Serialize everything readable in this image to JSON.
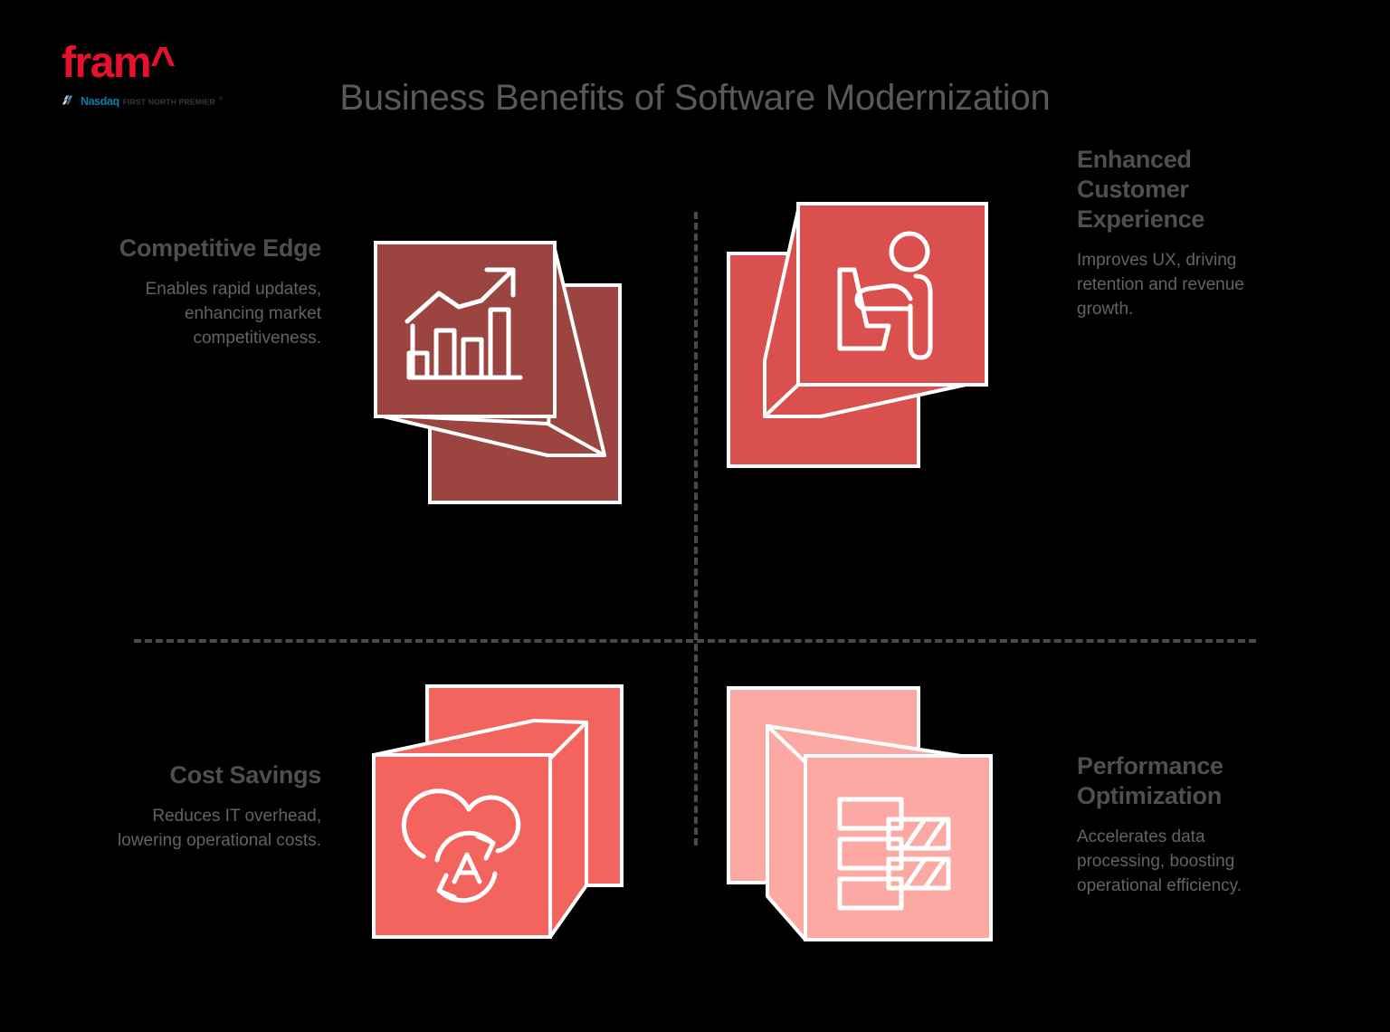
{
  "brand": {
    "wordmark": "fram^",
    "wordmark_color": "#E8112D",
    "nasdaq_mark_icon": "nasdaq-logo-icon",
    "nasdaq_name": "Nasdaq",
    "nasdaq_tier": "FIRST NORTH PREMIER",
    "nasdaq_tm": "®"
  },
  "header": {
    "title": "Business Benefits of Software Modernization",
    "title_color": "#58595B"
  },
  "theme": {
    "background": "#000000",
    "divider_color": "#4A4A4A",
    "heading_color": "#4F4F4F",
    "body_color": "#636363",
    "icon_stroke": "#FFFFFF"
  },
  "quadrants": [
    {
      "id": "competitive-edge",
      "heading": "Competitive Edge",
      "body": "Enables rapid updates, enhancing market competitiveness.",
      "icon": "bar-chart-growth-icon",
      "card_color": "#9C4440",
      "text_align": "right"
    },
    {
      "id": "enhanced-customer-experience",
      "heading": "Enhanced Customer Experience",
      "body": "Improves UX, driving retention and revenue growth.",
      "icon": "person-at-desk-icon",
      "card_color": "#D9504E",
      "text_align": "left"
    },
    {
      "id": "cost-savings",
      "heading": "Cost Savings",
      "body": "Reduces IT overhead, lowering operational costs.",
      "icon": "cloud-auto-sync-icon",
      "card_color": "#F4645F",
      "text_align": "right"
    },
    {
      "id": "performance-optimization",
      "heading": "Performance Optimization",
      "body": "Accelerates data processing, boosting operational efficiency.",
      "icon": "data-bars-icon",
      "card_color": "#FBA9A2",
      "text_align": "left"
    }
  ]
}
